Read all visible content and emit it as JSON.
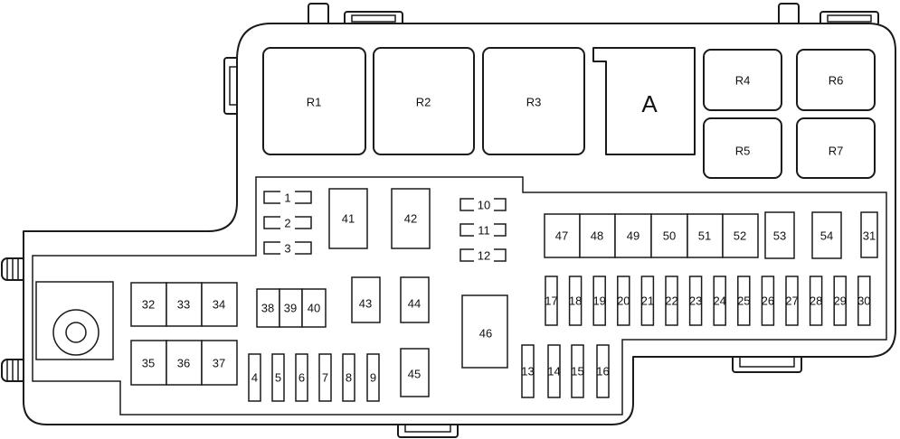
{
  "relays": {
    "r1": "R1",
    "r2": "R2",
    "r3": "R3",
    "a": "A",
    "r4": "R4",
    "r5": "R5",
    "r6": "R6",
    "r7": "R7"
  },
  "fuses": {
    "f1": "1",
    "f2": "2",
    "f3": "3",
    "f4": "4",
    "f5": "5",
    "f6": "6",
    "f7": "7",
    "f8": "8",
    "f9": "9",
    "f10": "10",
    "f11": "11",
    "f12": "12",
    "f13": "13",
    "f14": "14",
    "f15": "15",
    "f16": "16",
    "f17": "17",
    "f18": "18",
    "f19": "19",
    "f20": "20",
    "f21": "21",
    "f22": "22",
    "f23": "23",
    "f24": "24",
    "f25": "25",
    "f26": "26",
    "f27": "27",
    "f28": "28",
    "f29": "29",
    "f30": "30",
    "f31": "31",
    "f32": "32",
    "f33": "33",
    "f34": "34",
    "f35": "35",
    "f36": "36",
    "f37": "37",
    "f38": "38",
    "f39": "39",
    "f40": "40",
    "f41": "41",
    "f42": "42",
    "f43": "43",
    "f44": "44",
    "f45": "45",
    "f46": "46",
    "f47": "47",
    "f48": "48",
    "f49": "49",
    "f50": "50",
    "f51": "51",
    "f52": "52",
    "f53": "53",
    "f54": "54"
  }
}
